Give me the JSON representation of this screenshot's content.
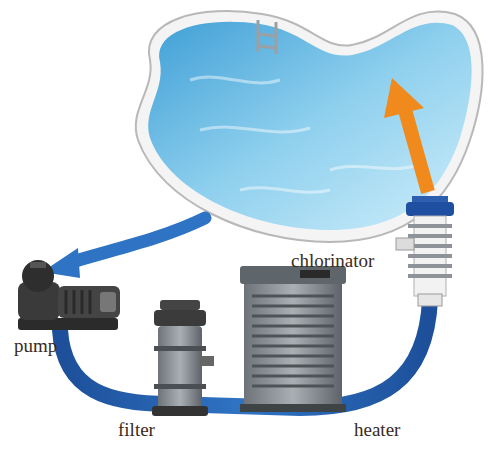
{
  "diagram": {
    "labels": [
      "chlorinator",
      "pump",
      "filter",
      "heater"
    ]
  }
}
